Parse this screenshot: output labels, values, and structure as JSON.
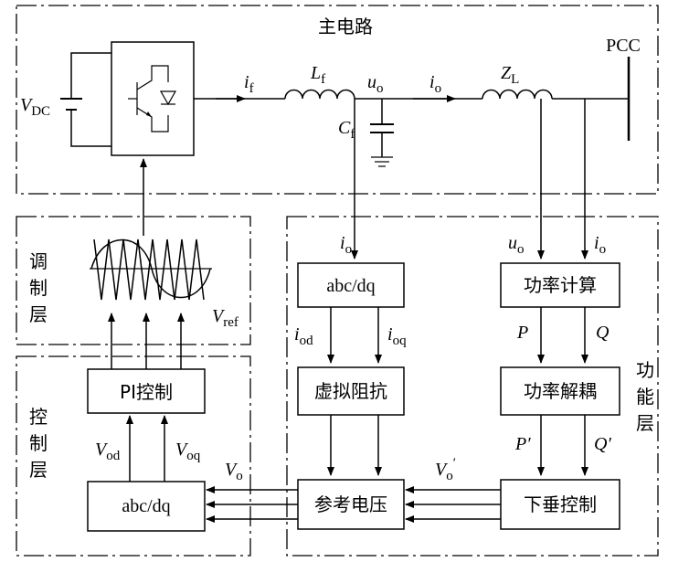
{
  "sections": {
    "main_circuit": "主电路",
    "modulation_layer": [
      "调",
      "制",
      "层"
    ],
    "control_layer": [
      "控",
      "制",
      "层"
    ],
    "function_layer": [
      "功",
      "能",
      "层"
    ]
  },
  "circuit": {
    "vdc": {
      "main": "V",
      "sub": "DC"
    },
    "if": {
      "main": "i",
      "sub": "f"
    },
    "lf": {
      "main": "L",
      "sub": "f"
    },
    "uo": {
      "main": "u",
      "sub": "o"
    },
    "io": {
      "main": "i",
      "sub": "o"
    },
    "zl": {
      "main": "Z",
      "sub": "L"
    },
    "cf": {
      "main": "C",
      "sub": "f"
    },
    "pcc": "PCC"
  },
  "blocks": {
    "abc_dq_top": "abc/dq",
    "power_calc": "功率计算",
    "virtual_impedance": "虚拟阻抗",
    "power_decoupling": "功率解耦",
    "ref_voltage": "参考电压",
    "droop_control": "下垂控制",
    "pi_control": "PI控制",
    "abc_dq_bottom": "abc/dq"
  },
  "signals": {
    "io_in": {
      "main": "i",
      "sub": "o"
    },
    "uo_in": {
      "main": "u",
      "sub": "o"
    },
    "io_in2": {
      "main": "i",
      "sub": "o"
    },
    "iod": {
      "main": "i",
      "sub": "od"
    },
    "ioq": {
      "main": "i",
      "sub": "oq"
    },
    "p": "P",
    "q": "Q",
    "p_prime": "P′",
    "q_prime": "Q′",
    "vo_prime": {
      "main": "V",
      "sub": "o",
      "sup": "′"
    },
    "vo": {
      "main": "V",
      "sub": "o"
    },
    "vod": {
      "main": "V",
      "sub": "od"
    },
    "voq": {
      "main": "V",
      "sub": "oq"
    },
    "vref": {
      "main": "V",
      "sub": "ref"
    }
  }
}
